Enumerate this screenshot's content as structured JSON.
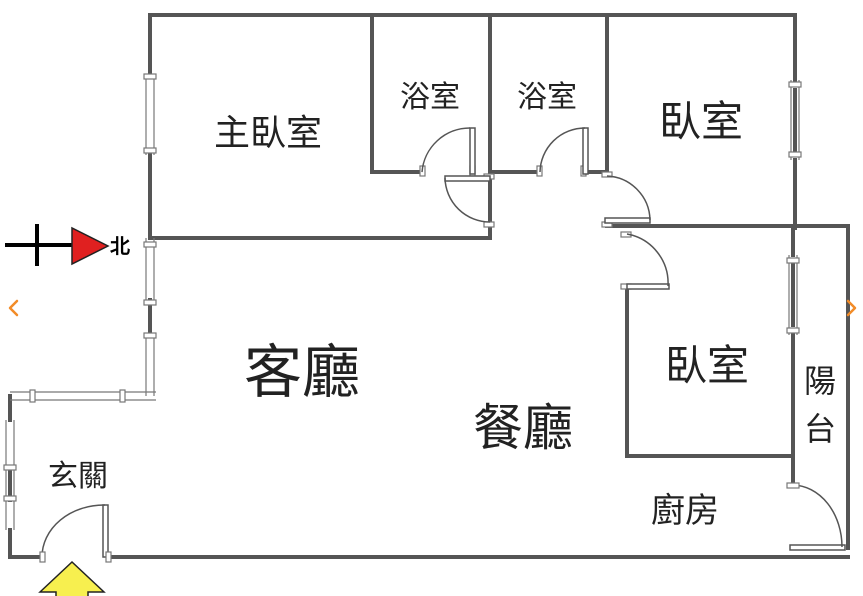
{
  "rooms": {
    "master_bedroom": "主臥室",
    "bathroom_1": "浴室",
    "bathroom_2": "浴室",
    "bedroom_top": "臥室",
    "bedroom_mid": "臥室",
    "living_room": "客廳",
    "dining_room": "餐廳",
    "entrance": "玄關",
    "kitchen": "廚房",
    "balcony_line1": "陽",
    "balcony_line2": "台"
  },
  "compass": {
    "north_label": "北"
  },
  "icons": {
    "prev": "chevron-left-icon",
    "next": "chevron-right-icon",
    "entry": "entry-arrow-icon",
    "north": "north-arrow-icon"
  },
  "colors": {
    "wall": "#555555",
    "north_arrow": "#e02020",
    "entry_arrow": "#f7ef4f",
    "nav_arrow": "#f28c28"
  }
}
